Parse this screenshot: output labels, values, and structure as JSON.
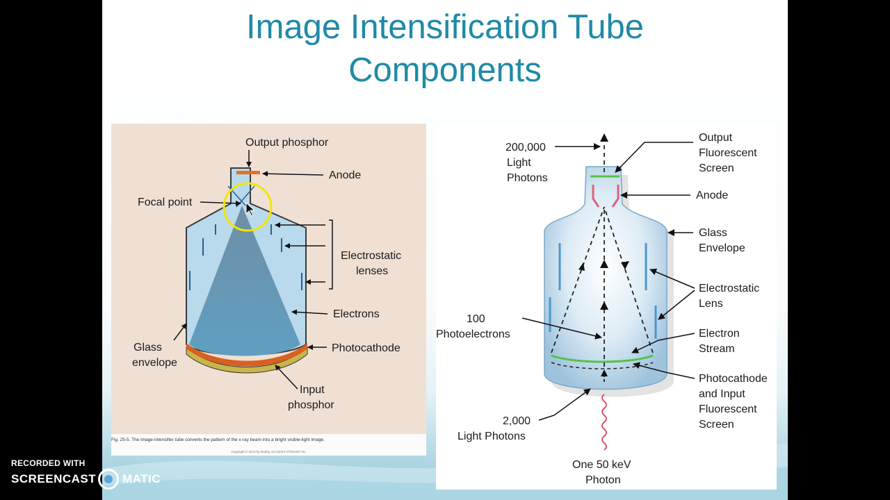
{
  "slide": {
    "title_line1": "Image Intensification Tube",
    "title_line2": "Components"
  },
  "left_figure": {
    "labels": {
      "output_phosphor": "Output phosphor",
      "anode": "Anode",
      "focal_point": "Focal point",
      "electrostatic_lenses_1": "Electrostatic",
      "electrostatic_lenses_2": "lenses",
      "electrons": "Electrons",
      "photocathode": "Photocathode",
      "glass_envelope_1": "Glass",
      "glass_envelope_2": "envelope",
      "input_phosphor_1": "Input",
      "input_phosphor_2": "phosphor"
    },
    "caption": "Fig. 25-5. The image-intensifier tube converts the pattern of the x-ray beam into a bright visible-light image.",
    "copyright": "Copyright © 2013 by Mosby, an imprint of Elsevier Inc.",
    "colors": {
      "background": "#f0e0d4",
      "tube": "#b9d9ec",
      "beam": "#5b97b8",
      "output_phosphor": "#e8701f",
      "cursor_ring": "#f2e600"
    }
  },
  "right_figure": {
    "labels": {
      "light_photons_count": "200,000",
      "light_photons_1": "Light",
      "light_photons_2": "Photons",
      "output_screen_1": "Output",
      "output_screen_2": "Fluorescent",
      "output_screen_3": "Screen",
      "anode": "Anode",
      "glass_envelope_1": "Glass",
      "glass_envelope_2": "Envelope",
      "electrostatic_lens_1": "Electrostatic",
      "electrostatic_lens_2": "Lens",
      "photoelectrons_count": "100",
      "photoelectrons": "Photoelectrons",
      "electron_stream_1": "Electron",
      "electron_stream_2": "Stream",
      "photocathode_1": "Photocathode",
      "photocathode_2": "and Input",
      "photocathode_3": "Fluorescent",
      "photocathode_4": "Screen",
      "input_photons_count": "2,000",
      "input_photons": "Light Photons",
      "incident_1": "One 50 keV",
      "incident_2": "Photon"
    },
    "colors": {
      "envelope": "#bcd8ea",
      "screen": "#54c24a",
      "anode": "#e0607a",
      "lens": "#4a96cc",
      "photon": "#e04060"
    }
  },
  "watermark": {
    "recorded_with": "RECORDED WITH",
    "brand_part1": "SCREENCAST",
    "brand_part2": "MATIC"
  }
}
